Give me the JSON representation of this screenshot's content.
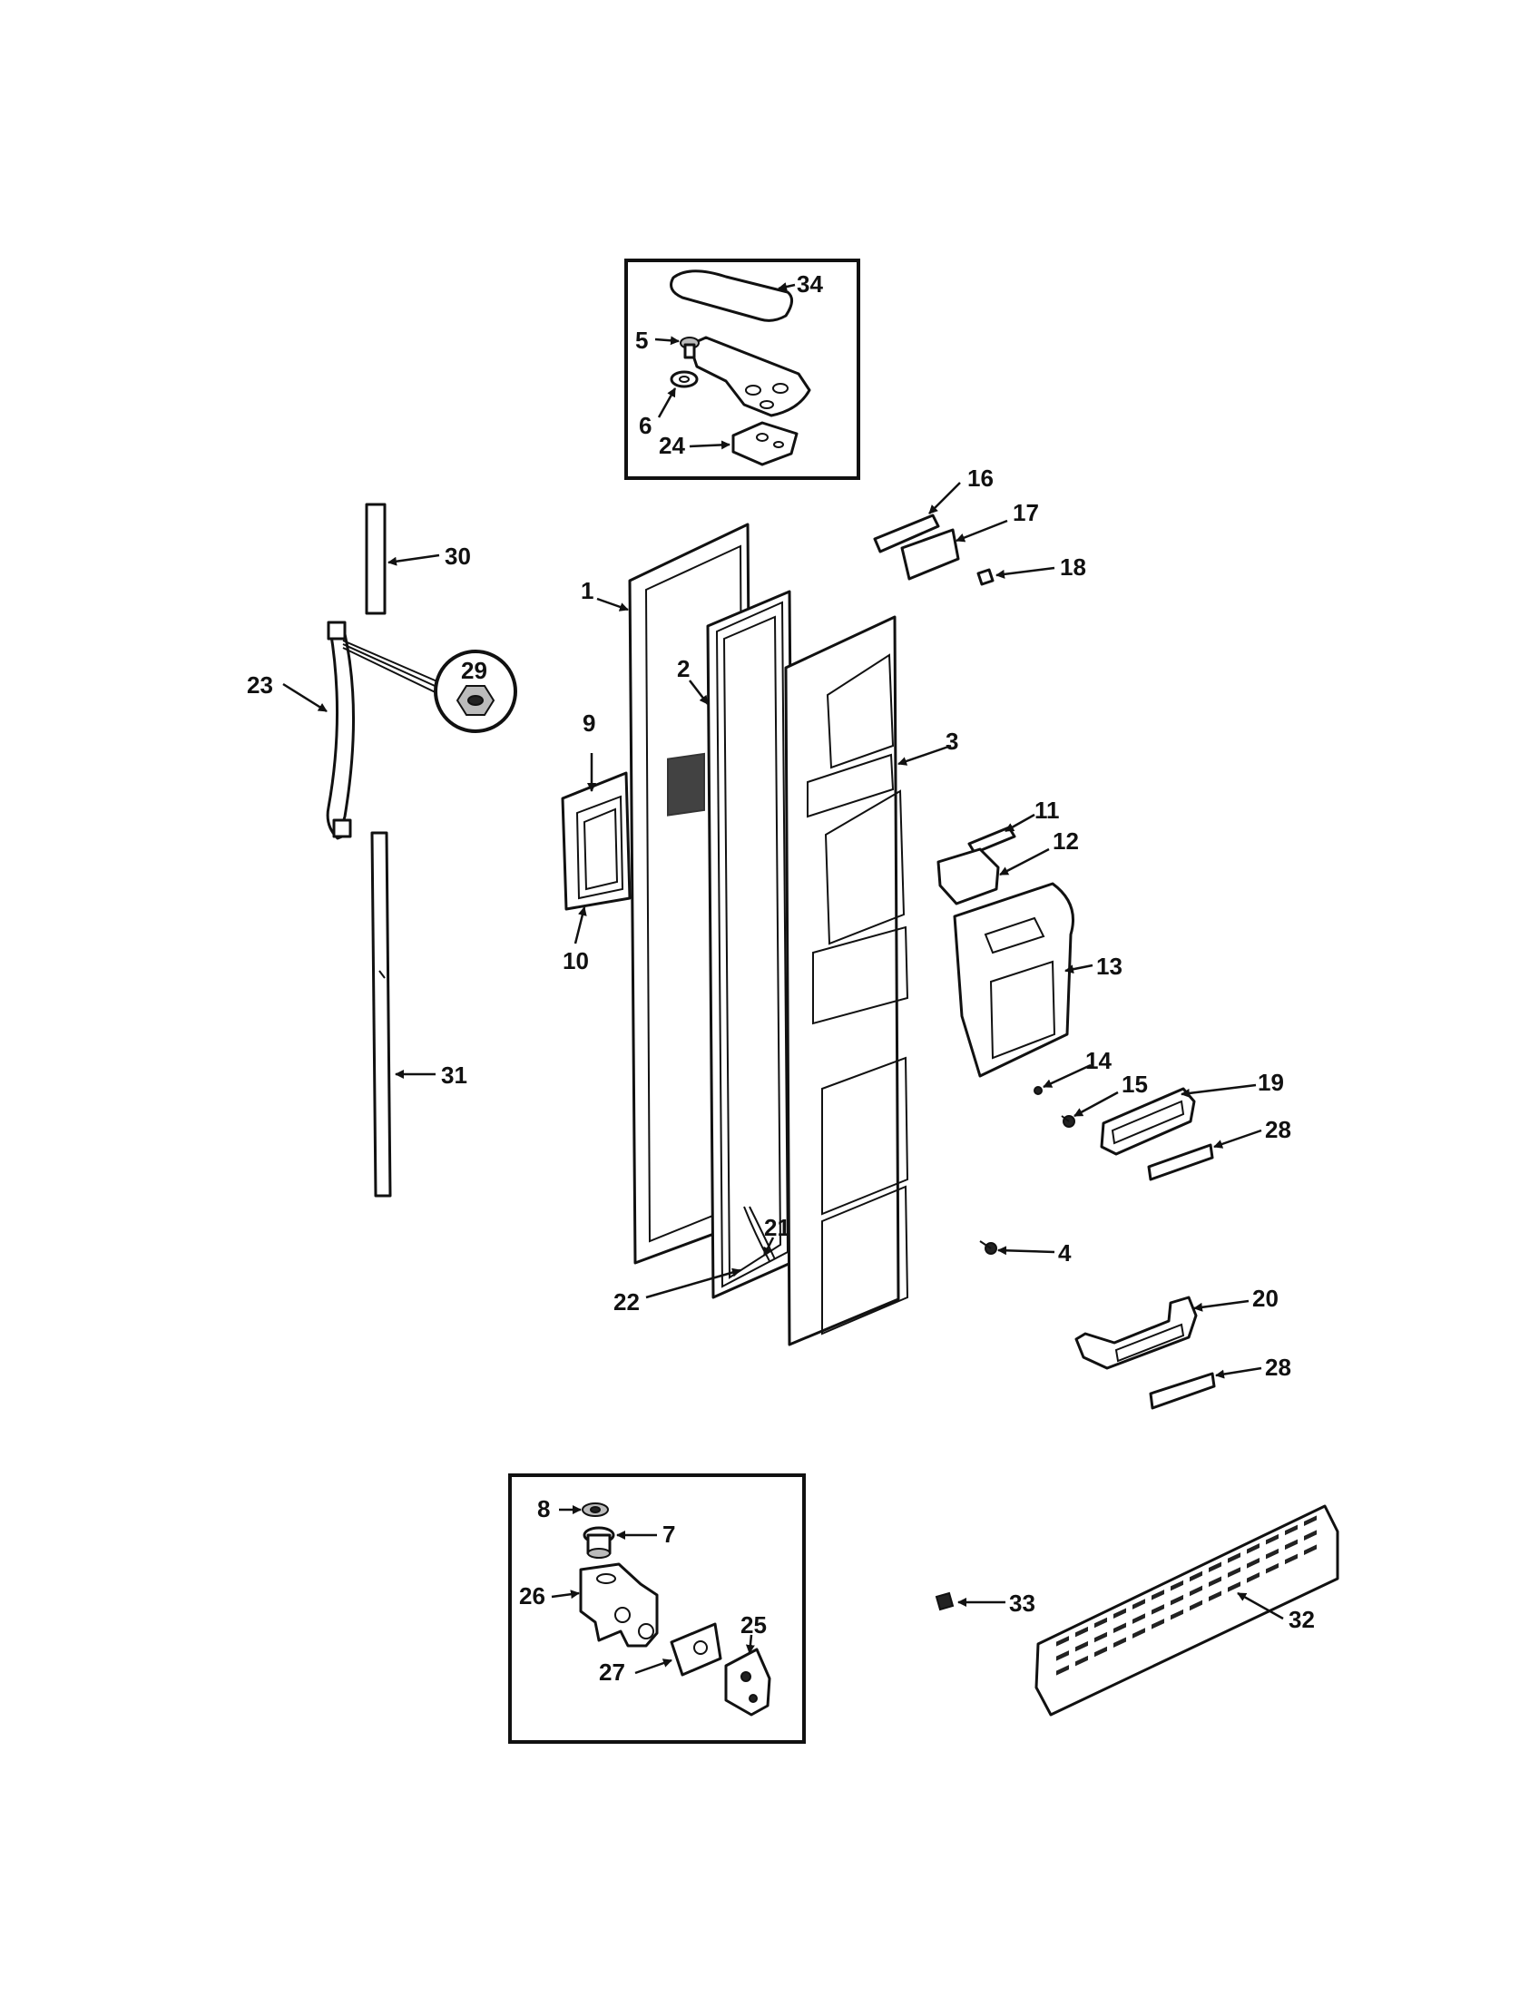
{
  "callouts": {
    "c1": "1",
    "c2": "2",
    "c3": "3",
    "c4": "4",
    "c5": "5",
    "c6": "6",
    "c7": "7",
    "c8": "8",
    "c9": "9",
    "c10": "10",
    "c11": "11",
    "c12": "12",
    "c13": "13",
    "c14": "14",
    "c15": "15",
    "c16": "16",
    "c17": "17",
    "c18": "18",
    "c19": "19",
    "c20": "20",
    "c21": "21",
    "c22": "22",
    "c23": "23",
    "c24": "24",
    "c25": "25",
    "c26": "26",
    "c27": "27",
    "c28a": "28",
    "c28b": "28",
    "c29": "29",
    "c30": "30",
    "c31": "31",
    "c32": "32",
    "c33": "33",
    "c34": "34"
  }
}
